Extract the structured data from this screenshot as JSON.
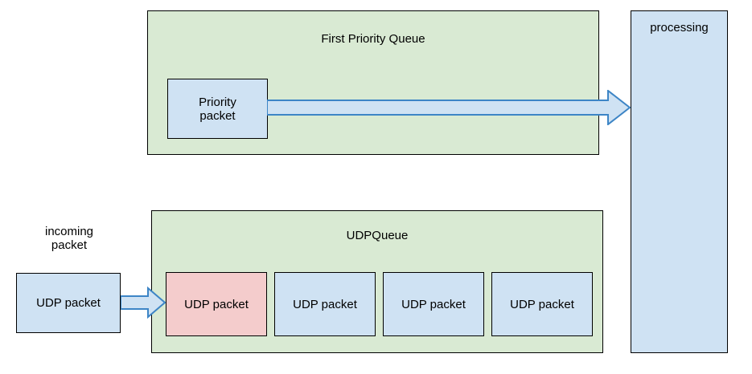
{
  "first_priority_queue": {
    "title": "First Priority Queue",
    "packet_label": "Priority\npacket"
  },
  "processing": {
    "label": "processing"
  },
  "udp_queue": {
    "title": "UDPQueue",
    "packets": [
      {
        "label": "UDP packet",
        "highlighted": true
      },
      {
        "label": "UDP packet",
        "highlighted": false
      },
      {
        "label": "UDP packet",
        "highlighted": false
      },
      {
        "label": "UDP packet",
        "highlighted": false
      }
    ]
  },
  "incoming": {
    "label": "incoming\npacket",
    "packet_label": "UDP packet"
  },
  "colors": {
    "queue_fill": "#d9ead3",
    "packet_fill": "#cfe2f3",
    "highlighted_packet_fill": "#f4cccc",
    "arrow_fill": "#cfe2f3",
    "arrow_stroke": "#3d85c6",
    "border": "#000000"
  }
}
